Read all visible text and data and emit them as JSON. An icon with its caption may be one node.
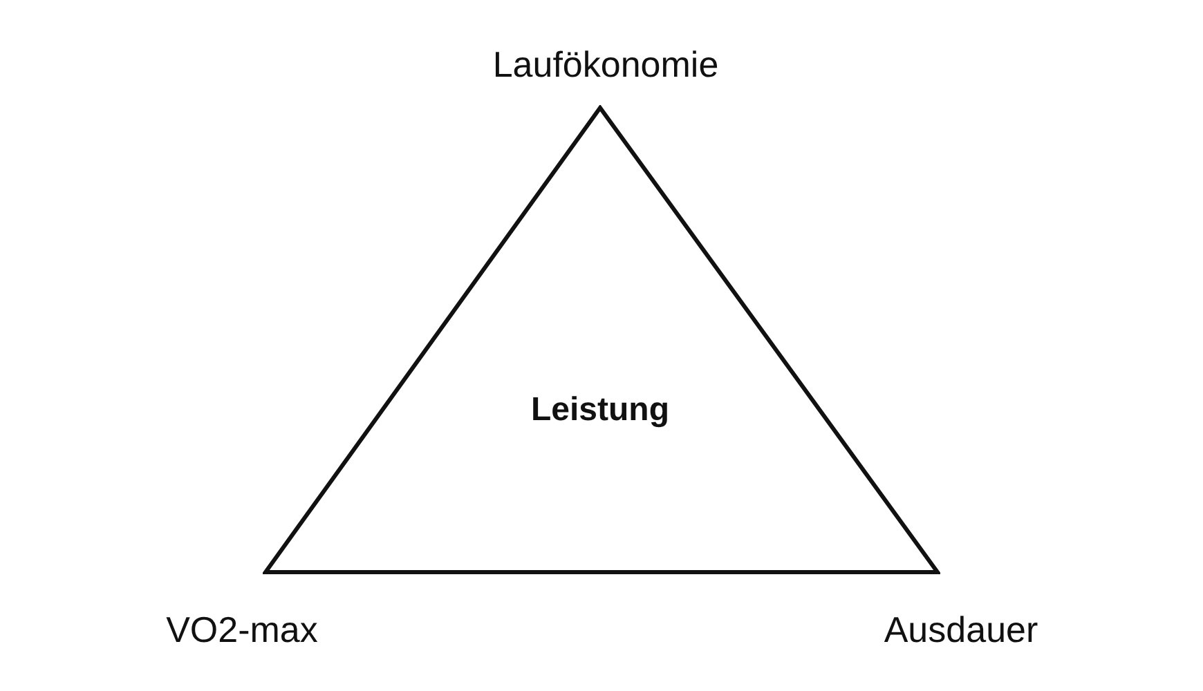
{
  "diagram": {
    "nodes": [
      {
        "text": [
          "Leistung"
        ]
      }
    ],
    "labels": [
      "Laufökonomie",
      "VO2-max",
      "Ausdauer"
    ]
  }
}
